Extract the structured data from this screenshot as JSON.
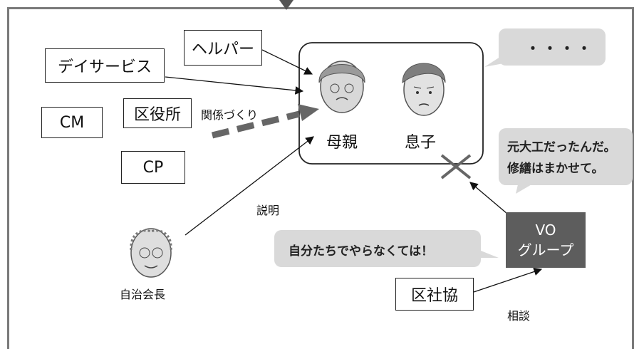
{
  "diagram": {
    "boxes": {
      "helper": "ヘルパー",
      "day_service": "デイサービス",
      "ward_office": "区役所",
      "cm": "CM",
      "cp": "CP",
      "social_welfare": "区社協"
    },
    "vo_group": {
      "line1": "VO",
      "line2": "グループ"
    },
    "family": {
      "mother": "母親",
      "son": "息子"
    },
    "labels": {
      "relationship": "関係づくり",
      "explanation": "説明",
      "consultation": "相談",
      "chairman": "自治会長"
    },
    "bubbles": {
      "son_speech": "・・・・",
      "carpenter_line1": "元大工だったんだ。",
      "carpenter_line2": "修繕はまかせて。",
      "vo_speech": "自分たちでやらなくては！"
    },
    "colors": {
      "bubble_fill": "#d9d9d9",
      "vo_fill": "#5d5d5d",
      "dashed_arrow": "#666666",
      "frame": "#7a7a7a"
    }
  }
}
